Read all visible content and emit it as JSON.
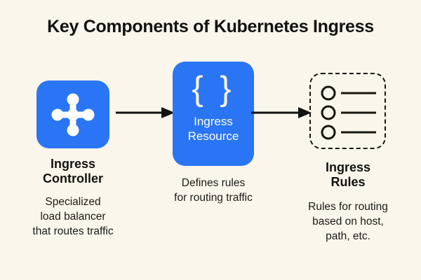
{
  "page": {
    "title": "Key Components of Kubernetes Ingress",
    "background_color": "#faf6ec",
    "accent_color": "#2a75f3",
    "text_color": "#12120f"
  },
  "nodes": [
    {
      "id": "ingress-controller",
      "icon": "hub-nodes-icon",
      "icon_label": "",
      "heading": "Ingress\nController",
      "body": "Specialized\nload balancer\nthat routes traffic",
      "style": "filled-blue"
    },
    {
      "id": "ingress-resource",
      "icon": "curly-braces-icon",
      "icon_label": "{ }",
      "inner_label": "Ingress\nResource",
      "heading": "",
      "body": "Defines rules\nfor routing traffic",
      "style": "filled-blue"
    },
    {
      "id": "ingress-rules",
      "icon": "bullet-list-icon",
      "icon_label": "",
      "heading": "Ingress\nRules",
      "body": "Rules for routing\nbased on host,\npath, etc.",
      "style": "dashed-outline"
    }
  ],
  "arrows": [
    {
      "id": "arrow-controller-to-resource",
      "from": "ingress-controller",
      "to": "ingress-resource",
      "direction": "right"
    },
    {
      "id": "arrow-resource-to-rules",
      "from": "ingress-resource",
      "to": "ingress-rules",
      "direction": "right"
    }
  ]
}
